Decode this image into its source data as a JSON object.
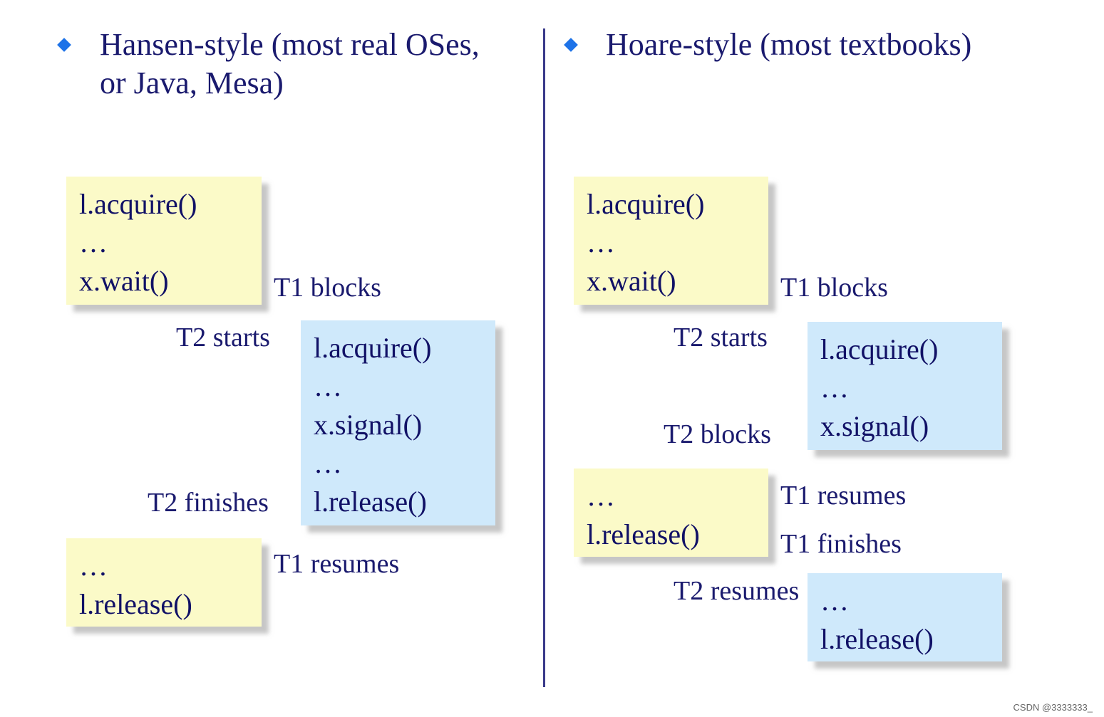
{
  "left": {
    "heading_line1": "Hansen-style (most real OSes,",
    "heading_line2": "or Java, Mesa)",
    "box1": [
      "l.acquire()",
      "…",
      "x.wait()"
    ],
    "box2": [
      "l.acquire()",
      "…",
      "x.signal()",
      "…",
      "l.release()"
    ],
    "box3": [
      "…",
      "l.release()"
    ],
    "labels": {
      "t1_blocks": "T1 blocks",
      "t2_starts": "T2 starts",
      "t2_finishes": "T2 finishes",
      "t1_resumes": "T1 resumes"
    }
  },
  "right": {
    "heading": "Hoare-style (most textbooks)",
    "box1": [
      "l.acquire()",
      "…",
      "x.wait()"
    ],
    "box2": [
      "l.acquire()",
      "…",
      "x.signal()"
    ],
    "box3": [
      "…",
      "l.release()"
    ],
    "box4": [
      "…",
      "l.release()"
    ],
    "labels": {
      "t1_blocks": "T1 blocks",
      "t2_starts": "T2 starts",
      "t2_blocks": "T2 blocks",
      "t1_resumes": "T1 resumes",
      "t1_finishes": "T1 finishes",
      "t2_resumes": "T2 resumes"
    }
  },
  "watermark": "CSDN @3333333_",
  "colors": {
    "bullet": "#1e73e8",
    "text": "#1a1a6e",
    "yellow_box": "#fbfac8",
    "blue_box": "#cfe9fb",
    "divider": "#3a3a8a"
  }
}
